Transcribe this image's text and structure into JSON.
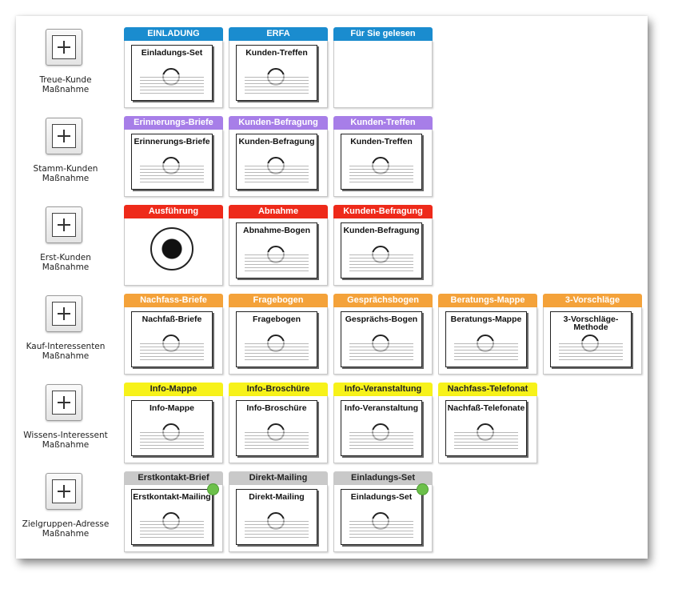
{
  "colors": {
    "blue": "#1a8ccf",
    "purple": "#a77ee8",
    "red": "#ee2a1a",
    "orange": "#f4a23a",
    "yellow": "#f7f21a",
    "gray": "#c9c9c9"
  },
  "rows": [
    {
      "label1": "Treue-Kunde",
      "label2": "Maßnahme",
      "cards": [
        {
          "header": "EINLADUNG",
          "color": "blue",
          "thumb": "Einladungs-Set",
          "dot": false
        },
        {
          "header": "ERFA",
          "color": "blue",
          "thumb": "Kunden-Treffen",
          "dot": false
        },
        {
          "header": "Für Sie gelesen",
          "color": "blue",
          "thumb": "",
          "dot": false
        }
      ]
    },
    {
      "label1": "Stamm-Kunden",
      "label2": "Maßnahme",
      "cards": [
        {
          "header": "Erinnerungs-Briefe",
          "color": "purple",
          "thumb": "Erinnerungs-Briefe",
          "dot": false
        },
        {
          "header": "Kunden-Befragung",
          "color": "purple",
          "thumb": "Kunden-Befragung",
          "dot": false
        },
        {
          "header": "Kunden-Treffen",
          "color": "purple",
          "thumb": "Kunden-Treffen",
          "dot": false
        }
      ]
    },
    {
      "label1": "Erst-Kunden",
      "label2": "Maßnahme",
      "cards": [
        {
          "header": "Ausführung",
          "color": "red",
          "thumb": "",
          "dot": false
        },
        {
          "header": "Abnahme",
          "color": "red",
          "thumb": "Abnahme-Bogen",
          "dot": false
        },
        {
          "header": "Kunden-Befragung",
          "color": "red",
          "thumb": "Kunden-Befragung",
          "dot": false
        }
      ]
    },
    {
      "label1": "Kauf-Interessenten",
      "label2": "Maßnahme",
      "cards": [
        {
          "header": "Nachfass-Briefe",
          "color": "orange",
          "thumb": "Nachfaß-Briefe",
          "dot": false
        },
        {
          "header": "Fragebogen",
          "color": "orange",
          "thumb": "Fragebogen",
          "dot": false
        },
        {
          "header": "Gesprächsbogen",
          "color": "orange",
          "thumb": "Gesprächs-Bogen",
          "dot": false
        },
        {
          "header": "Beratungs-Mappe",
          "color": "orange",
          "thumb": "Beratungs-Mappe",
          "dot": false
        },
        {
          "header": "3-Vorschläge",
          "color": "orange",
          "thumb": "3-Vorschläge-Methode",
          "dot": false
        }
      ]
    },
    {
      "label1": "Wissens-Interessent",
      "label2": "Maßnahme",
      "cards": [
        {
          "header": "Info-Mappe",
          "color": "yellow",
          "thumb": "Info-Mappe",
          "dot": false
        },
        {
          "header": "Info-Broschüre",
          "color": "yellow",
          "thumb": "Info-Broschüre",
          "dot": false
        },
        {
          "header": "Info-Veranstaltung",
          "color": "yellow",
          "thumb": "Info-Veranstaltung",
          "dot": false
        },
        {
          "header": "Nachfass-Telefonat",
          "color": "yellow",
          "thumb": "Nachfaß-Telefonate",
          "dot": false
        }
      ]
    },
    {
      "label1": "Zielgruppen-Adresse",
      "label2": "Maßnahme",
      "cards": [
        {
          "header": "Erstkontakt-Brief",
          "color": "gray",
          "thumb": "Erstkontakt-Mailing",
          "dot": true
        },
        {
          "header": "Direkt-Mailing",
          "color": "gray",
          "thumb": "Direkt-Mailing",
          "dot": false
        },
        {
          "header": "Einladungs-Set",
          "color": "gray",
          "thumb": "Einladungs-Set",
          "dot": true
        }
      ]
    }
  ]
}
